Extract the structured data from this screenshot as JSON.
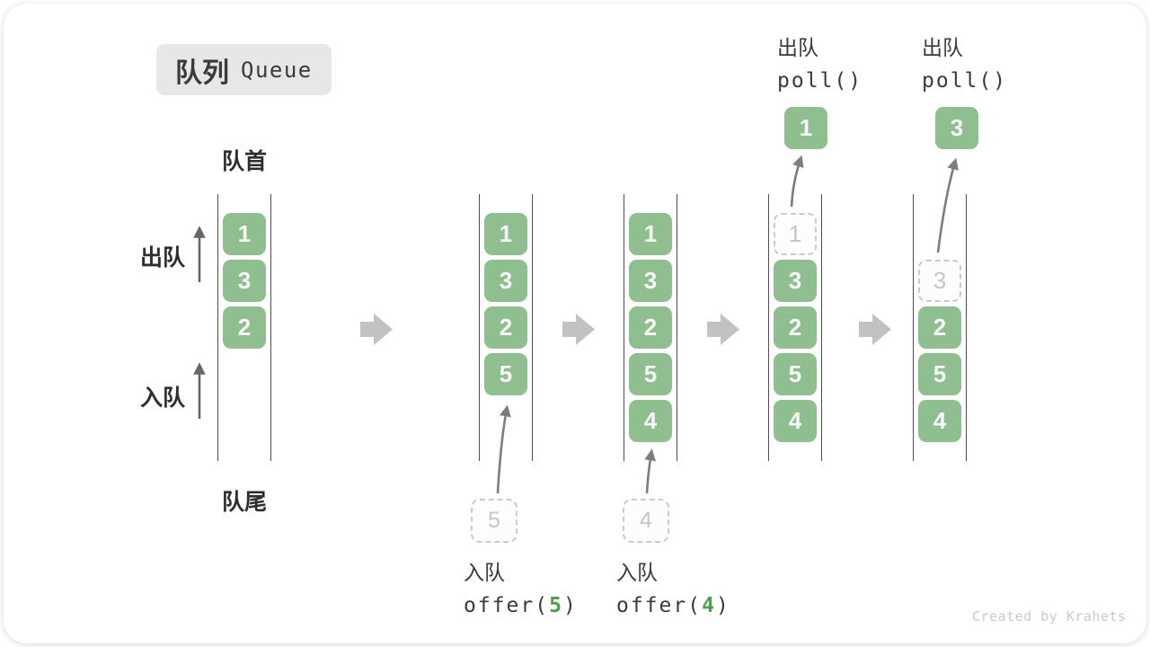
{
  "title": {
    "zh": "队列",
    "en": "Queue"
  },
  "side_labels": {
    "front": "队首",
    "rear": "队尾",
    "dequeue": "出队",
    "enqueue": "入队"
  },
  "queues": [
    {
      "slots": [
        {
          "t": "filled",
          "v": "1"
        },
        {
          "t": "filled",
          "v": "3"
        },
        {
          "t": "filled",
          "v": "2"
        }
      ]
    },
    {
      "slots": [
        {
          "t": "filled",
          "v": "1"
        },
        {
          "t": "filled",
          "v": "3"
        },
        {
          "t": "filled",
          "v": "2"
        },
        {
          "t": "filled",
          "v": "5"
        }
      ]
    },
    {
      "slots": [
        {
          "t": "filled",
          "v": "1"
        },
        {
          "t": "filled",
          "v": "3"
        },
        {
          "t": "filled",
          "v": "2"
        },
        {
          "t": "filled",
          "v": "5"
        },
        {
          "t": "filled",
          "v": "4"
        }
      ]
    },
    {
      "slots": [
        {
          "t": "ghost",
          "v": "1"
        },
        {
          "t": "filled",
          "v": "3"
        },
        {
          "t": "filled",
          "v": "2"
        },
        {
          "t": "filled",
          "v": "5"
        },
        {
          "t": "filled",
          "v": "4"
        }
      ]
    },
    {
      "slots": [
        {
          "t": "empty",
          "v": ""
        },
        {
          "t": "ghost",
          "v": "3"
        },
        {
          "t": "filled",
          "v": "2"
        },
        {
          "t": "filled",
          "v": "5"
        },
        {
          "t": "filled",
          "v": "4"
        }
      ]
    }
  ],
  "operations": [
    {
      "kind": "enqueue",
      "label": "入队",
      "code_pre": "offer(",
      "code_arg": "5",
      "code_post": ")",
      "ghost_value": "5"
    },
    {
      "kind": "enqueue",
      "label": "入队",
      "code_pre": "offer(",
      "code_arg": "4",
      "code_post": ")",
      "ghost_value": "4"
    },
    {
      "kind": "dequeue",
      "label": "出队",
      "code": "poll()",
      "value": "1"
    },
    {
      "kind": "dequeue",
      "label": "出队",
      "code": "poll()",
      "value": "3"
    }
  ],
  "watermark": "Created by Krahets",
  "colors": {
    "box_green": "#8fbe8f",
    "code_green": "#4b9e4b",
    "chip_bg": "#e7e7e7",
    "text_dark": "#3a3a3a",
    "wall_gray": "#4d4d4d",
    "flow_arrow_gray": "#c2c2c2",
    "pointer_arrow_gray": "#7d7d7d",
    "side_arrow_gray": "#666666",
    "watermark_gray": "#c9c9c9"
  }
}
